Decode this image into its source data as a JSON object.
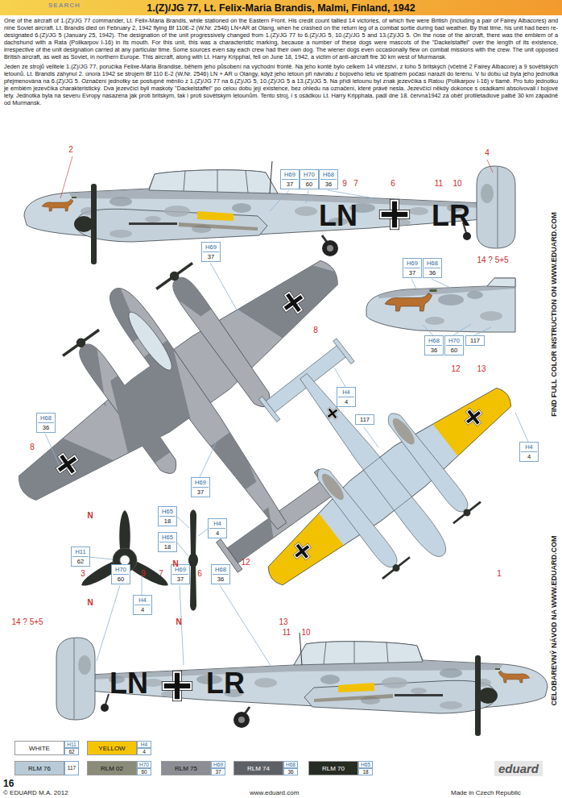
{
  "diagram": {
    "title": "1.(Z)/JG 77, Lt. Felix-Maria Brandis, Malmi, Finland, 1942",
    "nodes": [
      {
        "text": [
          "H69",
          "37"
        ]
      },
      {
        "text": [
          "H70",
          "60"
        ]
      },
      {
        "text": [
          "H68",
          "36"
        ]
      },
      {
        "text": [
          "H69",
          "37"
        ]
      },
      {
        "text": [
          "H69",
          "37"
        ]
      },
      {
        "text": [
          "H68",
          "36"
        ]
      },
      {
        "text": [
          "H68",
          "36"
        ]
      },
      {
        "text": [
          "H70",
          "60"
        ]
      },
      {
        "text": [
          "117"
        ]
      },
      {
        "text": [
          "H4",
          "4"
        ]
      },
      {
        "text": [
          "H68",
          "36"
        ]
      },
      {
        "text": [
          "117"
        ]
      },
      {
        "text": [
          "H4",
          "4"
        ]
      },
      {
        "text": [
          "H69",
          "37"
        ]
      },
      {
        "text": [
          "H65",
          "18"
        ]
      },
      {
        "text": [
          "H4",
          "4"
        ]
      },
      {
        "text": [
          "H65",
          "18"
        ]
      },
      {
        "text": [
          "H11",
          "62"
        ]
      },
      {
        "text": [
          "H70",
          "60"
        ]
      },
      {
        "text": [
          "H69",
          "37"
        ]
      },
      {
        "text": [
          "H68",
          "36"
        ]
      },
      {
        "text": [
          "H4",
          "4"
        ]
      }
    ],
    "labels": [
      "SEARCH",
      "One of the aircraft of 1.(Z)/JG 77 commander, Lt. Felix-Maria Brandis, while stationed on the Eastern Front. His credit count tallied 14 victories, of which five were British (including a pair of Fairey Albacores) and nine Soviet aircraft. Lt. Brandis died on February 2, 1942 flying Bf 110E-2 (W.Nr. 2546) LN+AR at Olang, when he crashed on the return leg of a combat sortie during bad weather. By that time, his unit had been re-designated 6.(Z)/JG 5 (January 25, 1942). The designation of the unit progressively changed from 1.(Z)/JG 77 to 6.(Z)/JG 5, 10.(Z)/JG 5 and 13.(Z)/JG 5. On the nose of the aircraft, there was the emblem of a dachshund with a Rata (Polikarpov I-16) in its mouth. For this unit, this was a characteristic marking, because a number of these dogs were mascots of the \"Dackelstaffel\" over the length of its existence, irrespective of the unit designation carried at any particular time. Some sources even say each crew had their own dog. The wiener dogs even occasionally flew on combat missions with the crew. The unit opposed British aircraft, as well as Soviet, in northern Europe. This aircraft, along with Lt. Harry Kripphal, fell on June 18, 1942, a victim of anti-aircraft fire 30 km west of Murmansk.",
      "Jeden ze strojů velitele 1.(Z)/JG 77, poručíka Felixe-Maria Brandise, během jeho působení na východní frontě. Na jeho kontě bylo celkem 14 vítězství, z toho 5 britských (včetně 2 Fairey Albacore) a 9 sovětských letounů. Lt. Brandis zahynul 2. února 1942 se strojem Bf 110 E-2 (W.Nr. 2546) LN + AR u Olangy, když jeho letoun při návratu z bojového letu ve špatném počasí narazil do terénu. V tu dobu už byla jeho jednotka přejmenována na 6.(Z)/JG 5. Označení jednotky se postupně měnilo z 1.(Z)/JG 77 na 6.(Z)/JG 5, 10.(Z)/JG 5 a 13.(Z)/JG 5. Na přídi letounu byl znak jezevčíka s Ratou (Polikarpov I-16) v tlamě. Pro tuto jednotku je emblém jezevčíka charakteristický. Dva jezevčíci byli maskoty \"Dackelstaffel\" po celou dobu její existence, bez ohledu na označení, které právě nesla. Jezevčíci někdy dokonce s osádkami absolvovali i bojové lety. Jednotka byla na severu Evropy nasazena jak proti britským, tak i proti sovětským letounům. Tento stroj, i s osádkou Lt. Harry Kripphala, padl dne 18. června1942 za oběť protiletadlové palbě 30 km západně od Murmansk.",
      "2",
      "9",
      "7",
      "6",
      "11",
      "10",
      "4",
      "LN",
      "LR",
      "14 ? 5+5",
      "8",
      "8",
      "12",
      "13",
      "12",
      "13",
      "N",
      "N",
      "N",
      "N",
      "3",
      "9",
      "7",
      "6",
      "11",
      "10",
      "1",
      "14 ? 5+5",
      "LN",
      "LR",
      "H11",
      "62",
      "H4",
      "4",
      "117",
      "H70",
      "60",
      "H69",
      "37",
      "H68",
      "36",
      "H65",
      "18",
      "FIND FULL COLOR INSTRUCTION ON WWW.EDUARD.COM",
      "CELOBAREVNÝ NÁVOD NA WWW.EDUARD.COM",
      "16",
      "© EDUARD M.A. 2012",
      "www.eduard.com",
      "Made in Czech Republic",
      "eduard"
    ],
    "legend": [
      {
        "text": "WHITE",
        "color": "#ffffff"
      },
      {
        "text": "YELLOW",
        "color": "#f5c400"
      },
      {
        "text": "RLM 76",
        "color": "#b9cbd9"
      },
      {
        "text": "RLM 02",
        "color": "#8a8b78"
      },
      {
        "text": "RLM 75",
        "color": "#8d8e93"
      },
      {
        "text": "RLM 74",
        "color": "#5d6166"
      },
      {
        "text": "RLM 70",
        "color": "#262b24"
      }
    ]
  }
}
